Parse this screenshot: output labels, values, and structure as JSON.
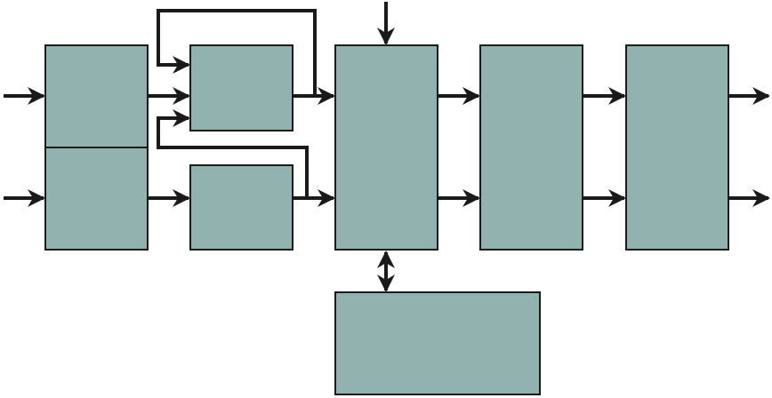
{
  "diagram": {
    "type": "block-diagram",
    "labels_present": false,
    "colors": {
      "block_fill": "#91b2ae",
      "block_stroke": "#1a1a1a",
      "wire": "#1a1a1a",
      "background": "#ffffff"
    },
    "blocks": [
      {
        "id": "block-1a",
        "label": ""
      },
      {
        "id": "block-1b",
        "label": ""
      },
      {
        "id": "block-2a",
        "label": ""
      },
      {
        "id": "block-2b",
        "label": ""
      },
      {
        "id": "block-3",
        "label": ""
      },
      {
        "id": "block-4",
        "label": ""
      },
      {
        "id": "block-5",
        "label": ""
      },
      {
        "id": "block-6",
        "label": ""
      }
    ],
    "connections": [
      {
        "from": "input",
        "to": "block-1a"
      },
      {
        "from": "input",
        "to": "block-1b"
      },
      {
        "from": "block-1a",
        "to": "block-2a"
      },
      {
        "from": "block-1b",
        "to": "block-2b"
      },
      {
        "from": "block-2a",
        "to": "block-3"
      },
      {
        "from": "block-2b",
        "to": "block-3"
      },
      {
        "from": "block-3",
        "to": "block-2a",
        "feedback": true
      },
      {
        "from": "block-3",
        "to": "block-2a",
        "feedback": true
      },
      {
        "from": "input",
        "to": "block-3"
      },
      {
        "from": "block-3",
        "to": "block-6",
        "bidirectional": true
      },
      {
        "from": "block-3",
        "to": "block-4"
      },
      {
        "from": "block-3",
        "to": "block-4"
      },
      {
        "from": "block-4",
        "to": "block-5"
      },
      {
        "from": "block-4",
        "to": "block-5"
      },
      {
        "from": "block-5",
        "to": "output"
      },
      {
        "from": "block-5",
        "to": "output"
      }
    ]
  }
}
